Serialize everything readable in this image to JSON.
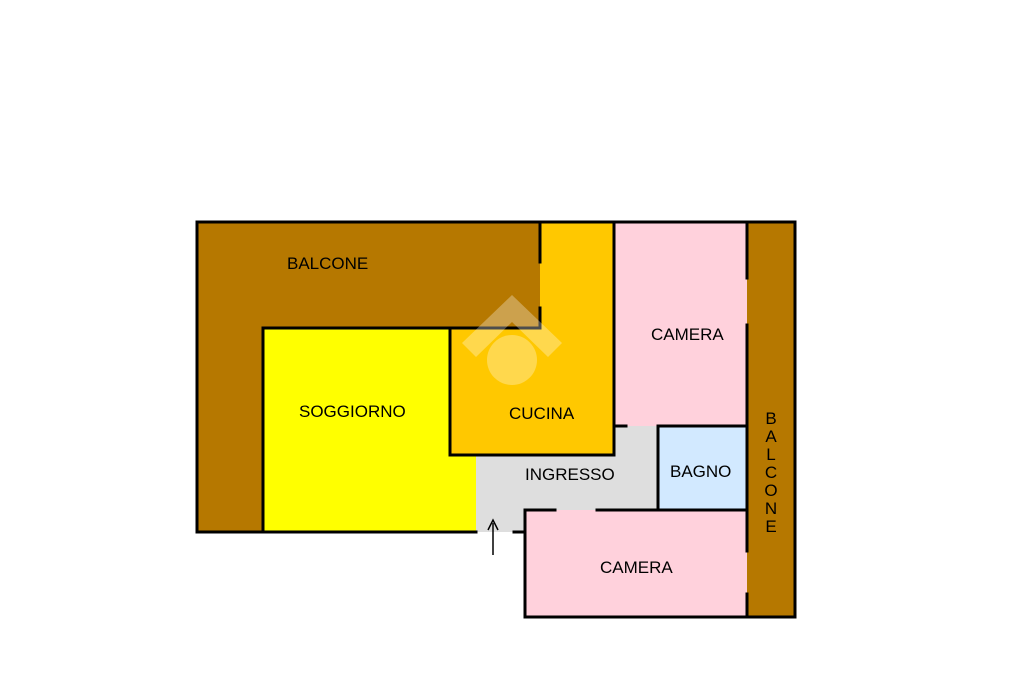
{
  "colors": {
    "balcone": "#b67800",
    "soggiorno": "#ffff00",
    "cucina": "#ffc800",
    "camera": "#ffd1dc",
    "bagno": "#d2e9ff",
    "ingresso": "#dedede",
    "wall": "#000000",
    "watermark": "#ffffff"
  },
  "rooms": {
    "balcone_top": "BALCONE",
    "balcone_right": "BALCONE",
    "soggiorno": "SOGGIORNO",
    "cucina": "CUCINA",
    "camera_top": "CAMERA",
    "camera_bottom": "CAMERA",
    "bagno": "BAGNO",
    "ingresso": "INGRESSO"
  },
  "entrance_icon": "arrow-up-icon",
  "watermark_icon": "house-logo-icon"
}
